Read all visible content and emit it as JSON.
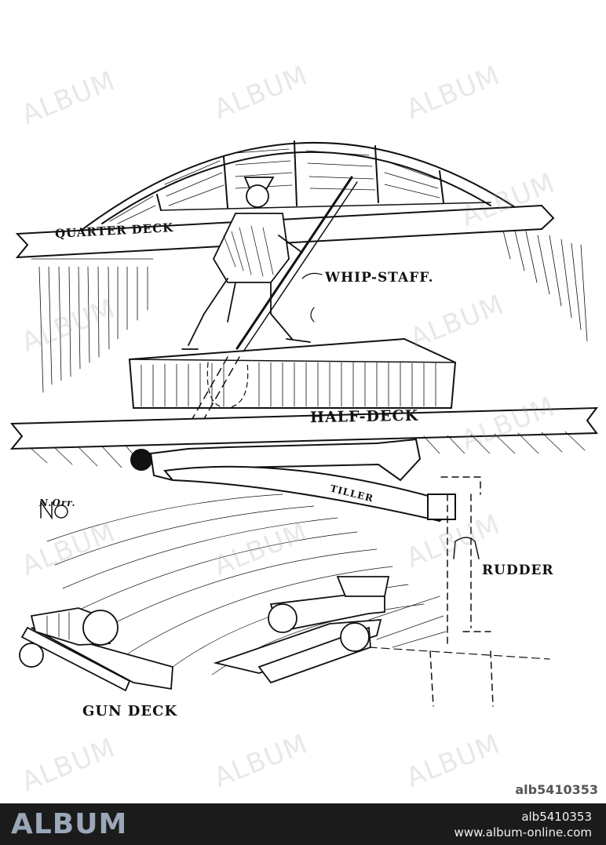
{
  "diagram": {
    "labels": {
      "quarter_deck": "QUARTER DECK",
      "whip_staff": "WHIP-STAFF.",
      "half_deck": "HALF-DECK",
      "tiller": "TILLER",
      "rudder": "RUDDER",
      "gun_deck": "GUN DECK"
    },
    "signature": "N.Orr."
  },
  "watermark": {
    "text": "ALBUM"
  },
  "image_ref": "alb5410353",
  "footer": {
    "logo": "ALBUM",
    "id": "alb5410353",
    "url": "www.album-online.com"
  },
  "colors": {
    "ink": "#111111",
    "footer_bg": "#1b1b1b",
    "logo": "#9aa7b8"
  }
}
